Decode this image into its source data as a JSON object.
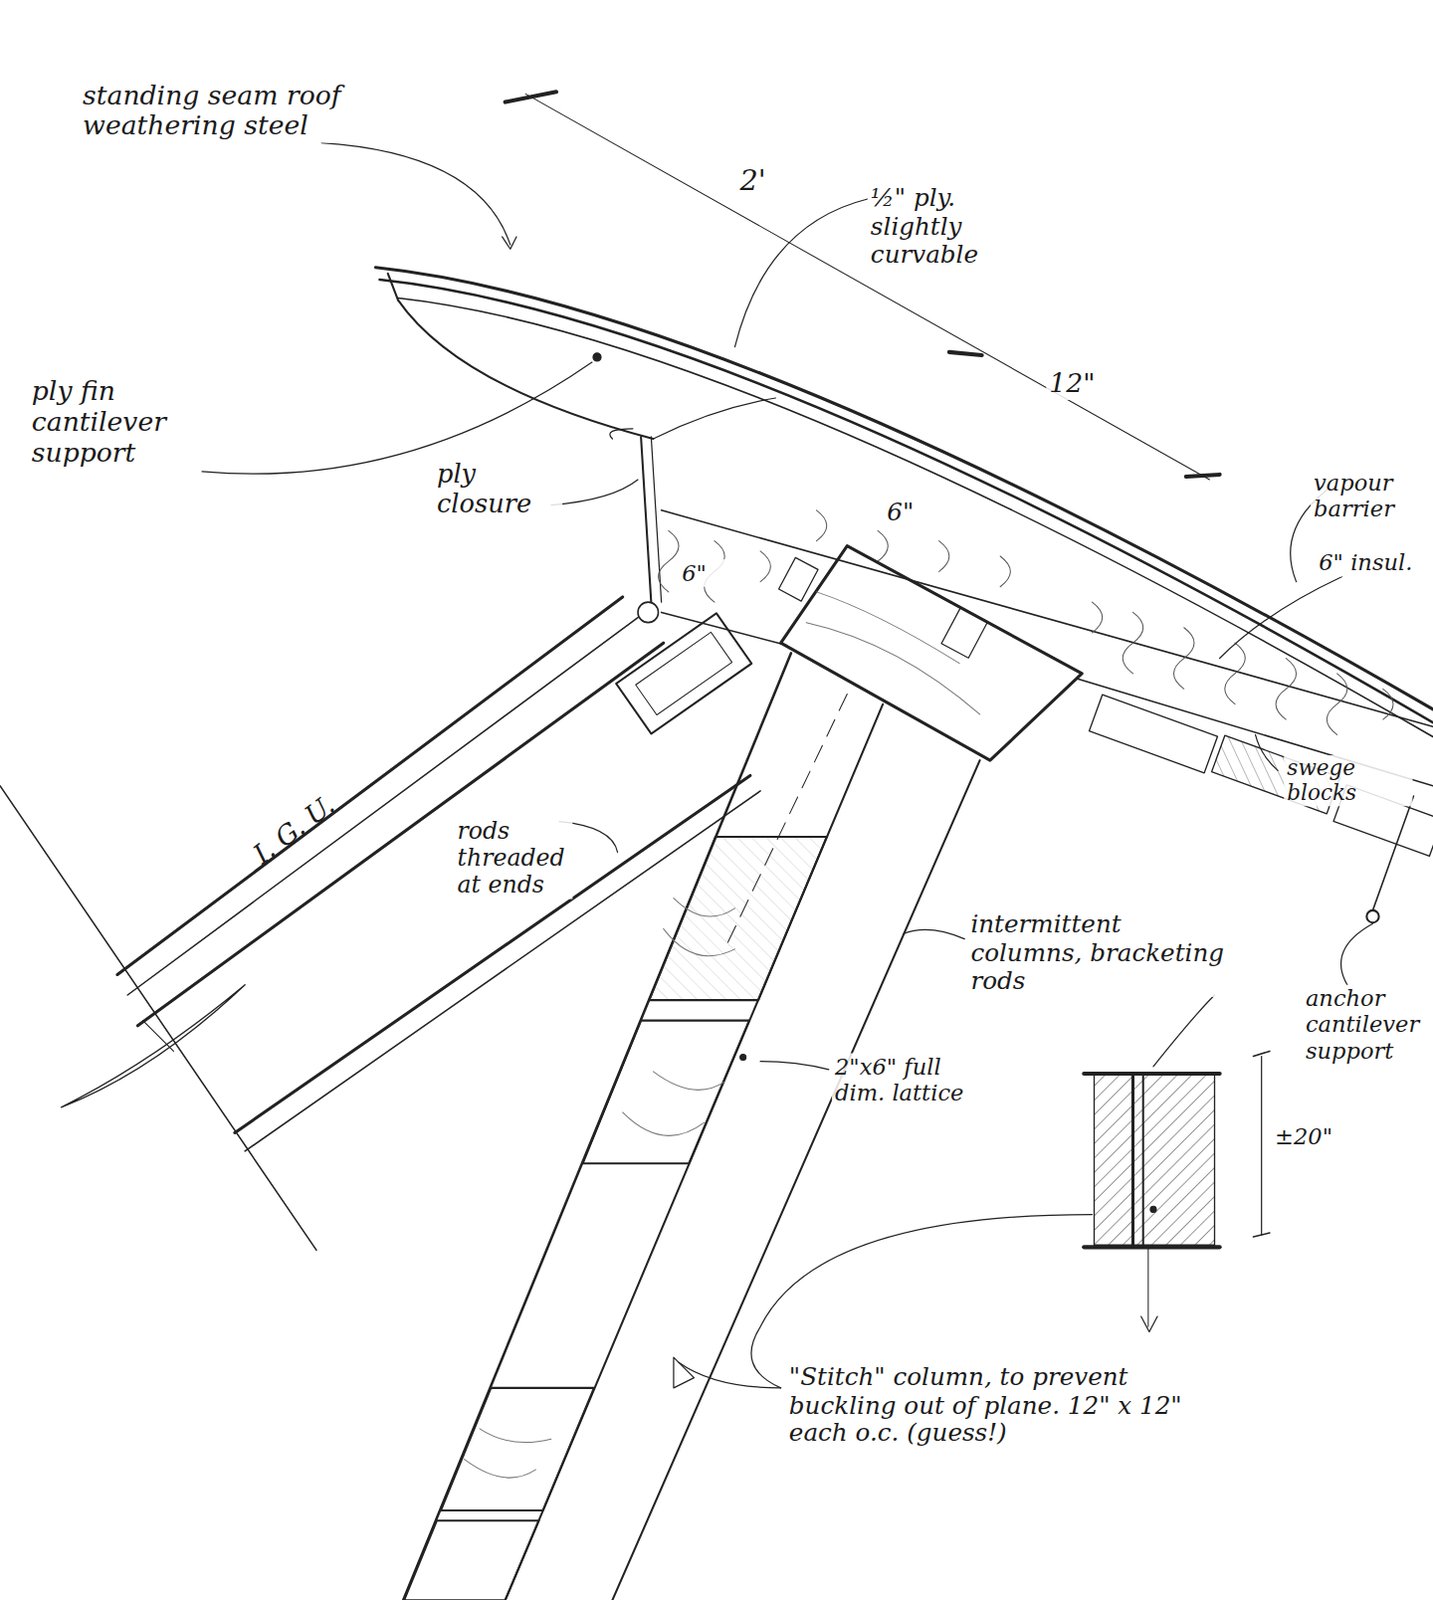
{
  "diagram": {
    "labels": [
      "standing seam roof weathering steel",
      "2'",
      "½\" ply. slightly curvable",
      "12\"",
      "ply fin cantilever support",
      "ply closure",
      "6\"",
      "6\"",
      "vapour barrier",
      "6\" insul.",
      "swege blocks",
      "anchor cantilever support",
      "I. G. U.",
      "rods threaded at ends",
      "intermittent columns, bracketing rods",
      "±20\"",
      "2\"x6\" full dim. lattice",
      "\"Stitch\" column, to prevent buckling out of plane. 12\" x 12\" each o.c. (guess!)"
    ]
  }
}
